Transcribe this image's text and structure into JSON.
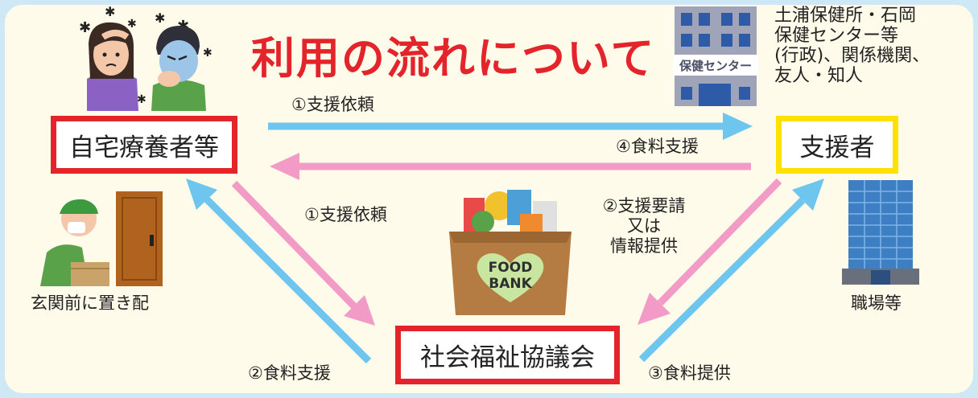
{
  "title": "利用の流れについて",
  "nodes": {
    "home": "自宅療養者等",
    "supporter": "支援者",
    "council": "社会福祉協議会"
  },
  "arrows": {
    "request_home_to_supporter": "①支援依頼",
    "food_supporter_to_home": "④食料支援",
    "request_home_to_council": "①支援依頼",
    "request_supporter_to_council": [
      "②支援要請",
      "又は",
      "情報提供"
    ],
    "food_council_to_home": "②食料支援",
    "food_council_to_supporter": "③食料提供"
  },
  "supporter_examples": [
    "土浦保健所・石岡",
    "保健センター等",
    "(行政)、関係機関、",
    "友人・知人"
  ],
  "captions": {
    "doorstep": "玄関前に置き配",
    "workplace": "職場等",
    "health_center_sign": "保健センター",
    "foodbank_label": [
      "FOOD",
      "BANK"
    ]
  },
  "colors": {
    "title": "#e3242b",
    "red_box": "#e3242b",
    "yellow_box": "#ffe100",
    "blue_arrow": "#6ec6ef",
    "pink_arrow": "#f29bc6"
  }
}
